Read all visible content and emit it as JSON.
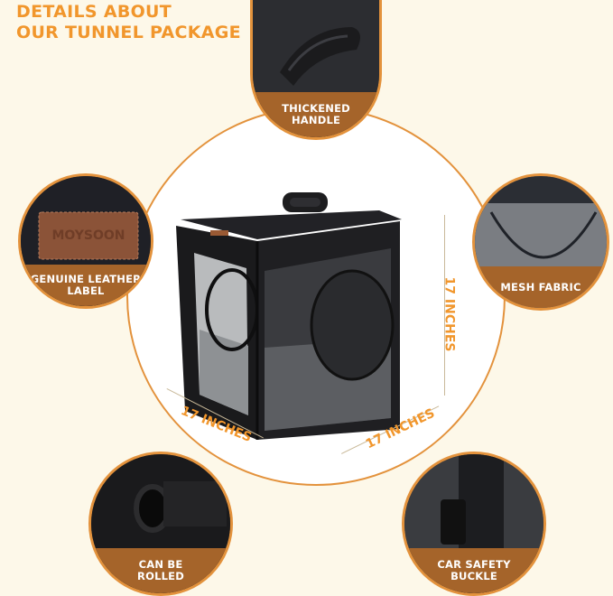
{
  "title": {
    "line1": "DETAILS ABOUT",
    "line2": "OUR TUNNEL PACKAGE"
  },
  "badges": {
    "handle": {
      "label_line1": "THICKENED",
      "label_line2": "HANDLE",
      "icon": "handle-photo"
    },
    "leather": {
      "label_line1": "GENUINE LEATHER",
      "label_line2": "LABEL",
      "brand": "MOYSOON",
      "icon": "leather-label-photo"
    },
    "mesh": {
      "label_line1": "MESH FABRIC",
      "icon": "mesh-photo"
    },
    "rolled": {
      "label_line1": "CAN BE",
      "label_line2": "ROLLED",
      "icon": "rolled-flap-photo"
    },
    "buckle": {
      "label_line1": "CAR SAFETY",
      "label_line2": "BUCKLE",
      "icon": "buckle-photo"
    }
  },
  "dimensions": {
    "height": "17 INCHES",
    "width": "17 INCHES",
    "depth": "17 INCHES"
  },
  "colors": {
    "accent": "#f1962c",
    "band": "#a5642a",
    "background": "#fdf8e9"
  }
}
